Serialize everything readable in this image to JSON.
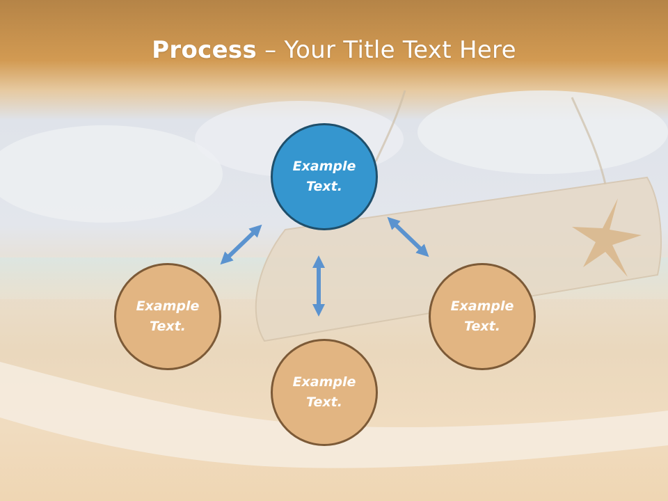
{
  "title": {
    "strong": "Process",
    "rest": " – Your Title Text Here"
  },
  "nodes": {
    "top": {
      "text": "Example\nText."
    },
    "left": {
      "text": "Example\nText."
    },
    "right": {
      "text": "Example\nText."
    },
    "bottom": {
      "text": "Example\nText."
    }
  },
  "colors": {
    "center_fill": "#3596cf",
    "outer_fill": "#e2b582",
    "arrow": "#5b93cf"
  }
}
